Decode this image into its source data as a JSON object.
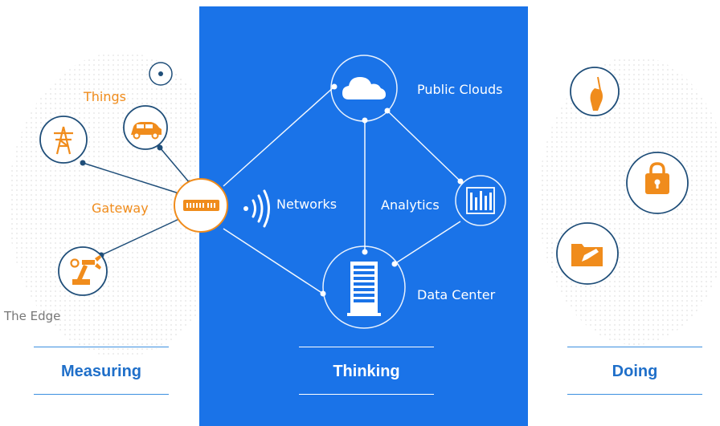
{
  "labels": {
    "things": "Things",
    "gateway": "Gateway",
    "the_edge": "The Edge",
    "networks": "Networks",
    "analytics": "Analytics",
    "public_clouds": "Public Clouds",
    "data_center": "Data Center"
  },
  "sections": {
    "measuring": "Measuring",
    "thinking": "Thinking",
    "doing": "Doing"
  },
  "colors": {
    "panel_blue": "#1a73e8",
    "accent_orange": "#f08c1c",
    "node_navy": "#1f4e79",
    "section_blue": "#1f6fc9"
  },
  "icons": {
    "things": [
      "power-tower-icon",
      "car-icon",
      "robot-arm-icon"
    ],
    "doing": [
      "hand-pen-icon",
      "padlock-icon",
      "folder-edit-icon"
    ],
    "thinking": [
      "cloud-icon",
      "server-rack-icon",
      "analytics-icon",
      "wifi-signal-icon",
      "gateway-router-icon"
    ]
  }
}
